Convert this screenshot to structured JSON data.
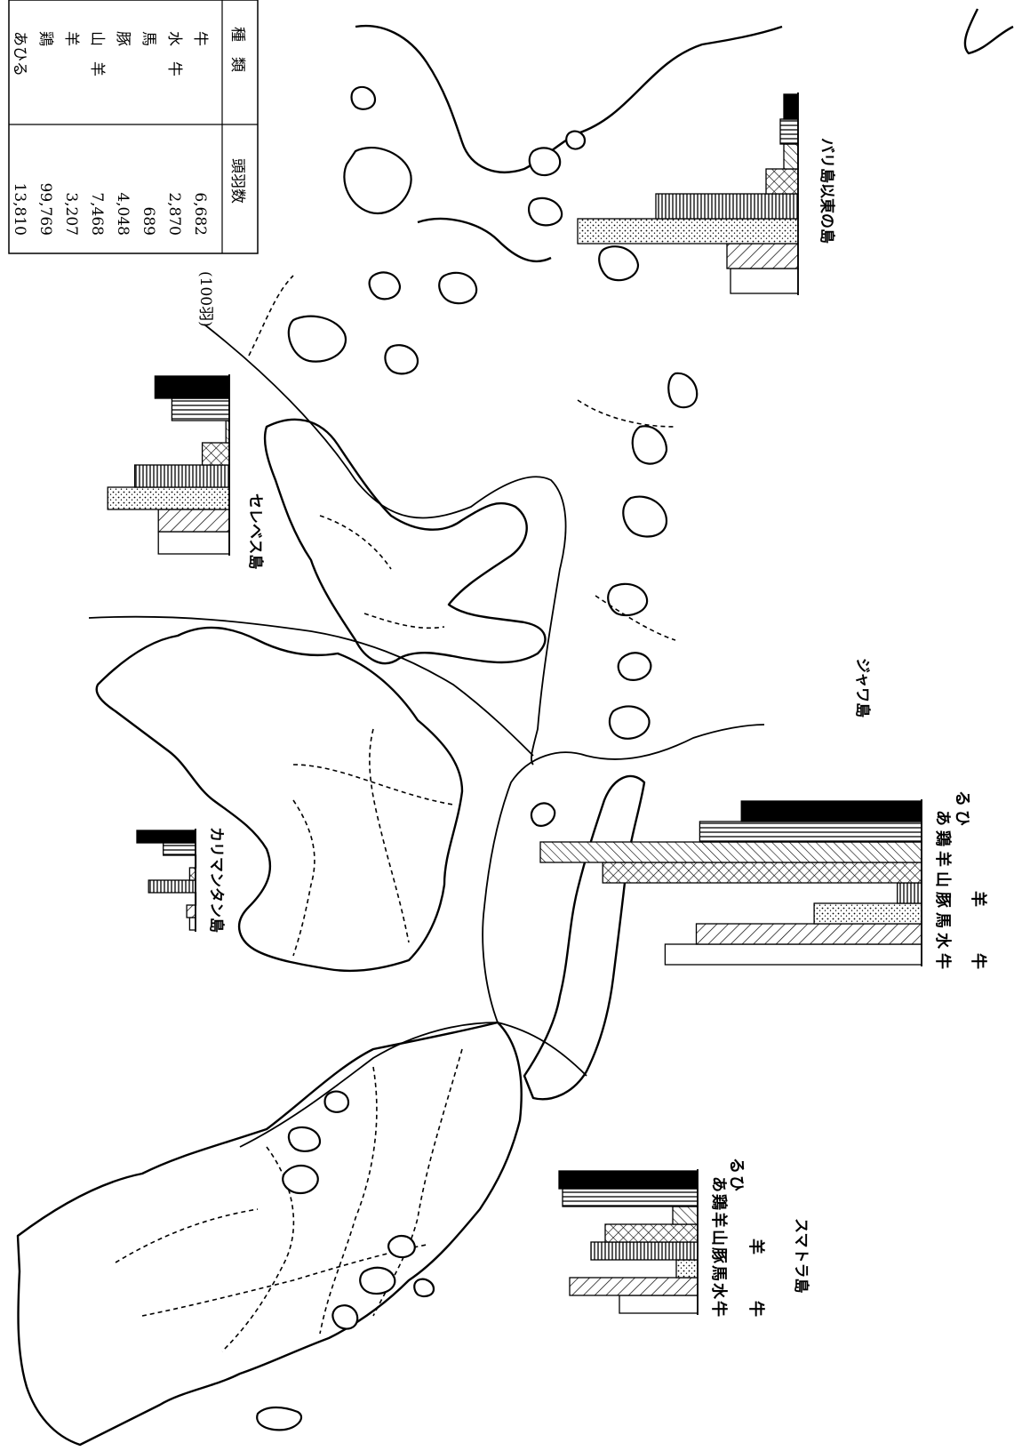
{
  "table": {
    "header_kind": "種　類",
    "header_count": "頭羽数",
    "rows": [
      {
        "kind": "牛",
        "count": "6,682"
      },
      {
        "kind": "水　牛",
        "count": "2,870"
      },
      {
        "kind": "馬",
        "count": "689"
      },
      {
        "kind": "豚",
        "count": "4,048"
      },
      {
        "kind": "山　羊",
        "count": "7,468"
      },
      {
        "kind": "羊",
        "count": "3,207"
      },
      {
        "kind": "鶏",
        "count": "99,769"
      },
      {
        "kind": "あひる",
        "count": "13,810"
      }
    ],
    "unit_note": "(100羽)"
  },
  "map_labels": {
    "kalimantan": "カリマンタン島",
    "celebes": "セレベス島",
    "java": "ジャワ島",
    "bali_east": "バリ島以東の島",
    "sumatra": "スマトラ島"
  },
  "axis_labels": {
    "java": [
      "牛",
      "水",
      "馬",
      "豚",
      "山",
      "羊",
      "鶏",
      "あ"
    ],
    "java_second": [
      "ひ",
      "る"
    ],
    "java_third": [
      "牛",
      "羊"
    ],
    "sumatra": [
      "牛",
      "水",
      "馬",
      "豚",
      "山",
      "羊",
      "鶏",
      "あ"
    ],
    "sumatra_second": [
      "ひ",
      "る"
    ],
    "sumatra_third": [
      "牛",
      "羊"
    ]
  },
  "patterns": {
    "牛": "blank",
    "水牛": "diagonal",
    "馬": "dots",
    "豚": "vertical-lines",
    "山羊": "crosshatch",
    "羊": "diagonal-fine",
    "鶏": "horizontal-lines",
    "あひる": "solid"
  },
  "chart_data": [
    {
      "type": "bar",
      "region": "スマトラ島",
      "categories": [
        "牛",
        "水牛",
        "馬",
        "豚",
        "山羊",
        "羊",
        "鶏",
        "あひる"
      ],
      "values": [
        22,
        36,
        6,
        30,
        26,
        7,
        38,
        39
      ]
    },
    {
      "type": "bar",
      "region": "ジャワ島",
      "categories": [
        "牛",
        "水牛",
        "馬",
        "豚",
        "山羊",
        "羊",
        "鶏",
        "あひる"
      ],
      "values": [
        74,
        65,
        31,
        7,
        92,
        110,
        64,
        52
      ]
    },
    {
      "type": "bar",
      "region": "カリマンタン島",
      "categories": [
        "牛",
        "水牛",
        "馬",
        "豚",
        "山羊",
        "羊",
        "鶏",
        "あひる"
      ],
      "values": [
        2,
        3,
        0,
        16,
        2,
        0,
        11,
        20
      ]
    },
    {
      "type": "bar",
      "region": "セレベス島",
      "categories": [
        "牛",
        "水牛",
        "馬",
        "豚",
        "山羊",
        "羊",
        "鶏",
        "あひる"
      ],
      "values": [
        21,
        21,
        36,
        28,
        8,
        1,
        17,
        22
      ]
    },
    {
      "type": "bar",
      "region": "バリ島以東の島",
      "categories": [
        "牛",
        "水牛",
        "馬",
        "豚",
        "山羊",
        "羊",
        "鶏",
        "あひる"
      ],
      "values": [
        19,
        20,
        62,
        40,
        9,
        4,
        5,
        4
      ]
    }
  ]
}
